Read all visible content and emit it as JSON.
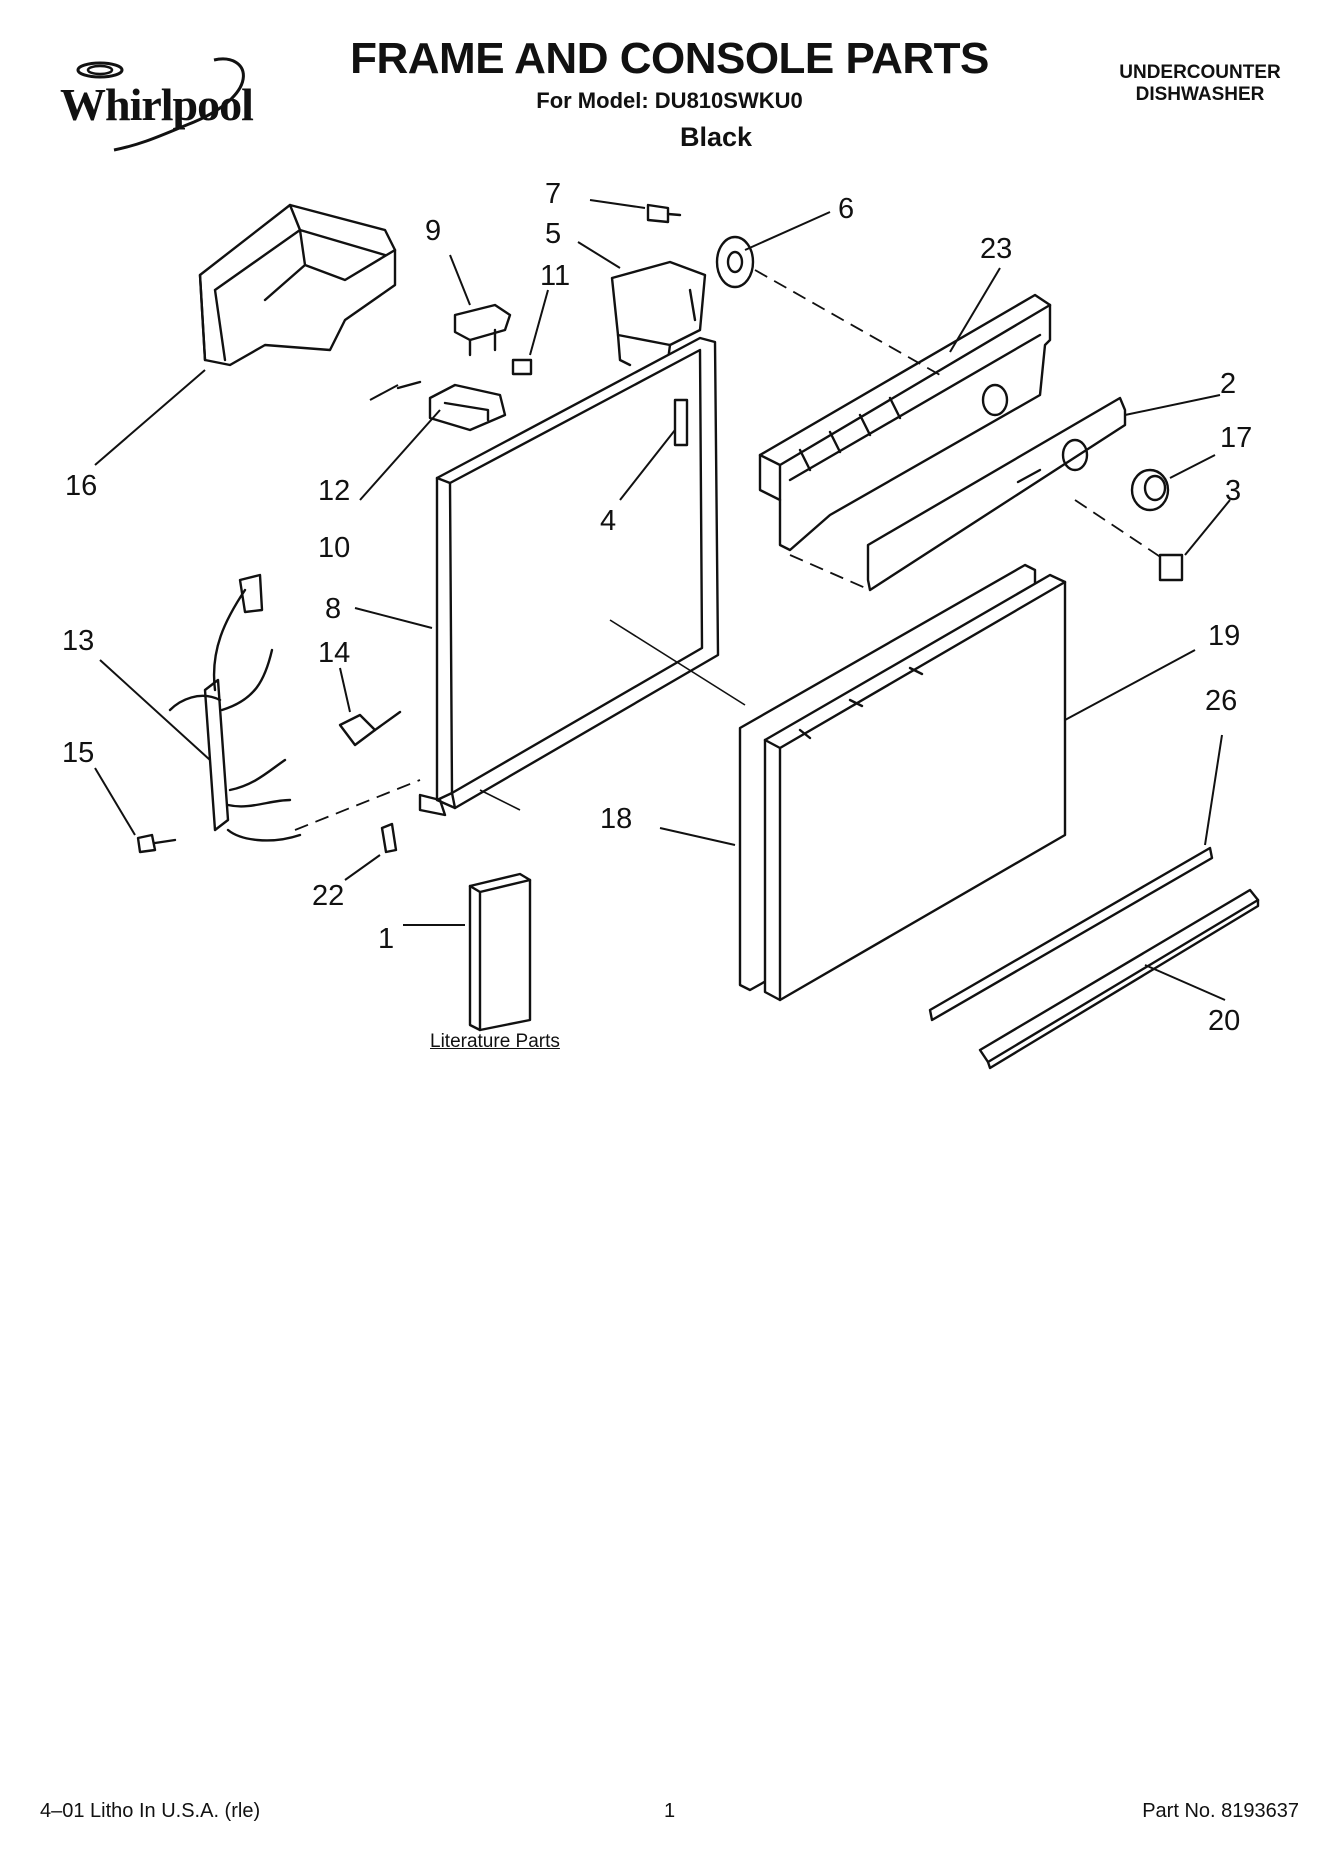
{
  "header": {
    "brand": "Whirlpool",
    "title": "FRAME AND CONSOLE PARTS",
    "model_line": "For Model: DU810SWKU0",
    "color": "Black",
    "category_line1": "UNDERCOUNTER",
    "category_line2": "DISHWASHER"
  },
  "diagram": {
    "callouts": [
      "1",
      "2",
      "3",
      "4",
      "5",
      "6",
      "7",
      "8",
      "9",
      "10",
      "11",
      "12",
      "13",
      "14",
      "15",
      "16",
      "17",
      "18",
      "19",
      "20",
      "22",
      "23",
      "26"
    ],
    "literature_label": "Literature Parts"
  },
  "footer": {
    "left": "4–01 Litho In U.S.A. (rle)",
    "page": "1",
    "part_no": "Part No. 8193637"
  }
}
